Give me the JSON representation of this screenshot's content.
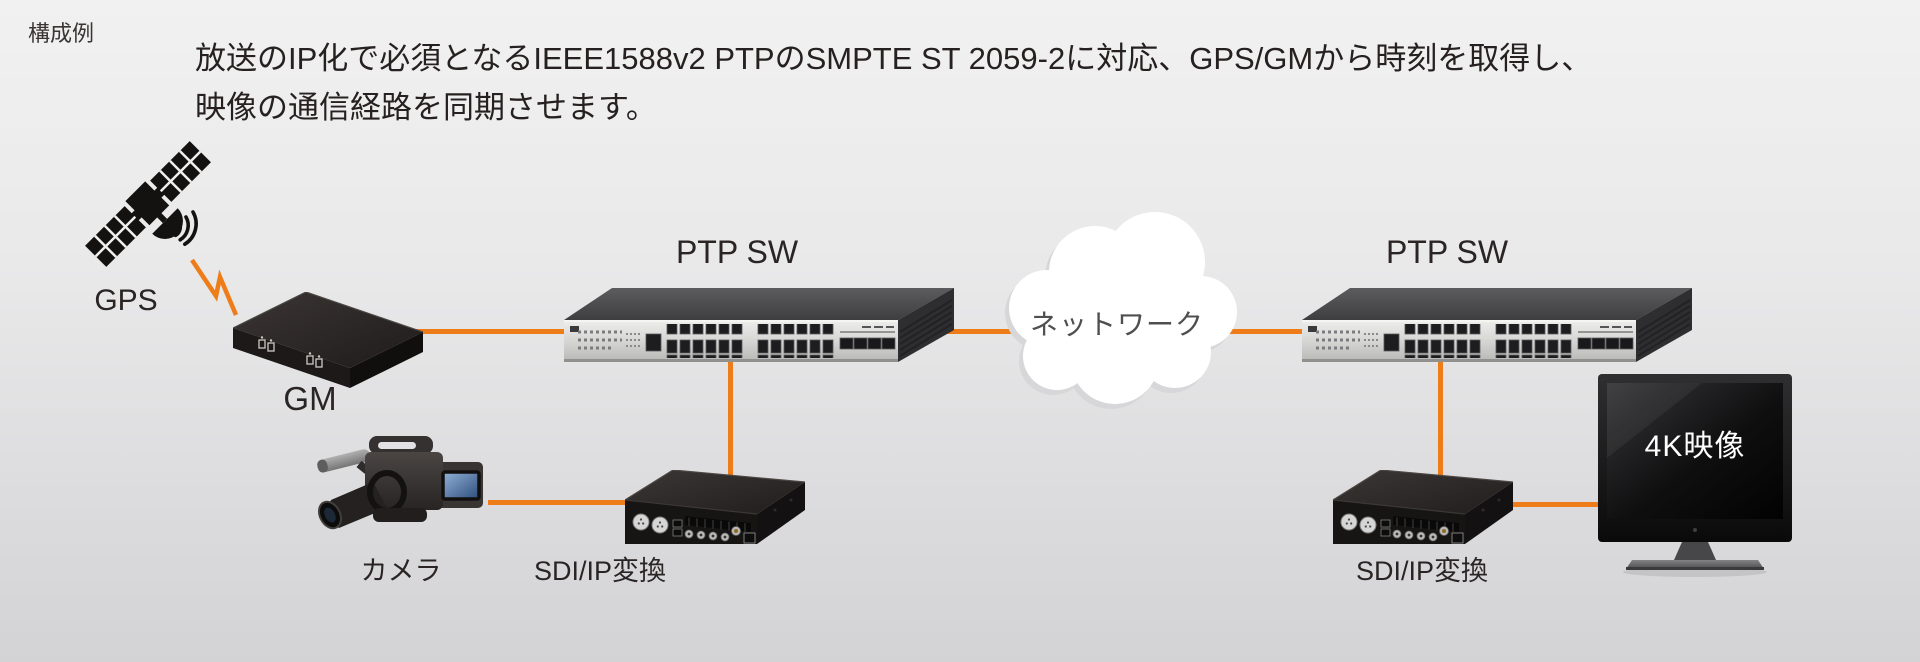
{
  "header": {
    "corner_label": "構成例"
  },
  "description": {
    "line1": "放送のIP化で必須となるIEEE1588v2 PTPのSMPTE ST 2059-2に対応、GPS/GMから時刻を取得し、",
    "line2": "映像の通信経路を同期させます。"
  },
  "diagram": {
    "gps": {
      "label": "GPS"
    },
    "gm": {
      "label": "GM"
    },
    "switch_left": {
      "label": "PTP SW"
    },
    "switch_right": {
      "label": "PTP SW"
    },
    "cloud": {
      "label": "ネットワーク"
    },
    "camera": {
      "label": "カメラ"
    },
    "converter_left": {
      "label": "SDI/IP変換"
    },
    "converter_right": {
      "label": "SDI/IP変換"
    },
    "monitor": {
      "label": "4K映像"
    }
  },
  "colors": {
    "connection_orange": "#ee7c19",
    "text_dark": "#262120",
    "cloud_text": "#4f4f4f"
  },
  "icons": {
    "gps_satellite": "gps-satellite-icon",
    "signal_bolt": "wireless-signal-bolt-icon",
    "network_cloud": "network-cloud-icon",
    "camera": "video-camera-icon",
    "monitor": "tv-monitor-icon"
  }
}
